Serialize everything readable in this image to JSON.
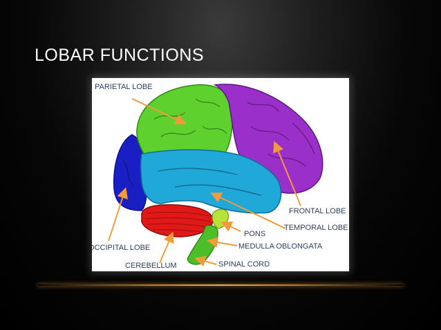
{
  "slide": {
    "title": "LOBAR FUNCTIONS"
  },
  "diagram": {
    "labels": {
      "parietal": "PARIETAL LOBE",
      "frontal": "FRONTAL LOBE",
      "temporal": "TEMPORAL LOBE",
      "pons": "PONS",
      "medulla": "MEDULLA OBLONGATA",
      "occipital": "OCCIPITAL LOBE",
      "cerebellum": "CEREBELLUM",
      "spinal": "SPINAL CORD"
    },
    "colors": {
      "parietal": "#5fd12e",
      "frontal": "#9b2fc9",
      "temporal": "#1fa8d8",
      "occipital": "#1a1fc4",
      "cerebellum": "#e01818",
      "brainstem": "#4cbf28",
      "arrow": "#f39a3a",
      "label": "#2c3e5c"
    }
  }
}
